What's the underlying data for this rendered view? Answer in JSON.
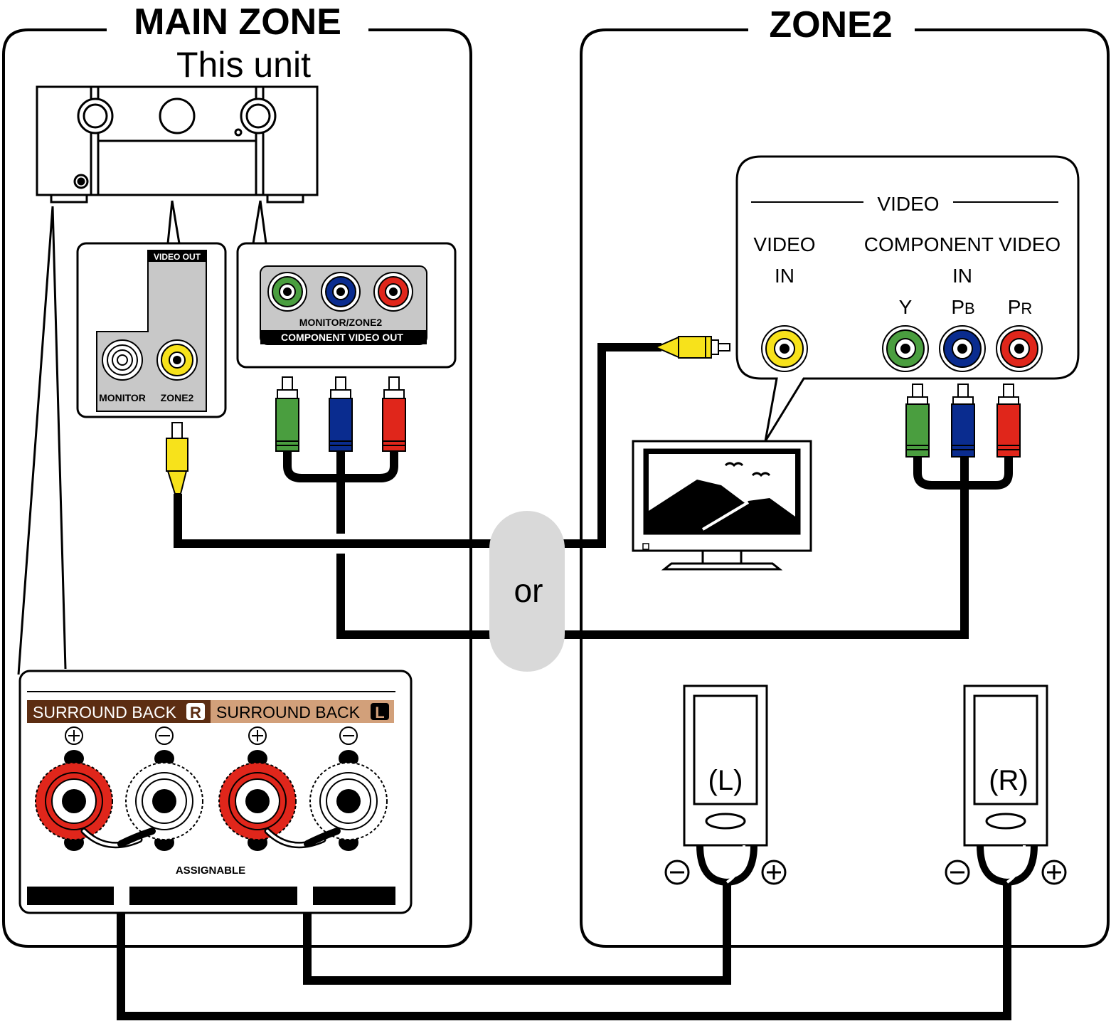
{
  "zones": {
    "main": {
      "title": "MAIN ZONE",
      "unit_label": "This unit"
    },
    "zone2": {
      "title": "ZONE2"
    }
  },
  "video_out_panel": {
    "header": "VIDEO OUT",
    "monitor_label": "MONITOR",
    "zone2_label": "ZONE2"
  },
  "component_out_panel": {
    "line1": "MONITOR/ZONE2",
    "line2": "COMPONENT VIDEO OUT"
  },
  "tv_panel": {
    "group_title": "VIDEO",
    "video_in_line1": "VIDEO",
    "video_in_line2": "IN",
    "component_in_line1": "COMPONENT VIDEO",
    "component_in_line2": "IN",
    "y_label": "Y",
    "pb_main": "P",
    "pb_sub": "B",
    "pr_main": "P",
    "pr_sub": "R"
  },
  "or_label": "or",
  "speaker_panel": {
    "surround_back_r": "SURROUND BACK",
    "r_badge": "R",
    "surround_back_l": "SURROUND BACK",
    "l_badge": "L",
    "assignable": "ASSIGNABLE"
  },
  "speakers": {
    "left_label": "(L)",
    "right_label": "(R)"
  },
  "colors": {
    "yellow": "#f7e21b",
    "green": "#4a9e3f",
    "blue": "#0a2c8f",
    "red": "#e0261b",
    "brown_dark": "#5c2d12",
    "brown_light": "#d2a07a",
    "panel_grey": "#c8c8c8",
    "or_grey": "#d9d9d9"
  }
}
